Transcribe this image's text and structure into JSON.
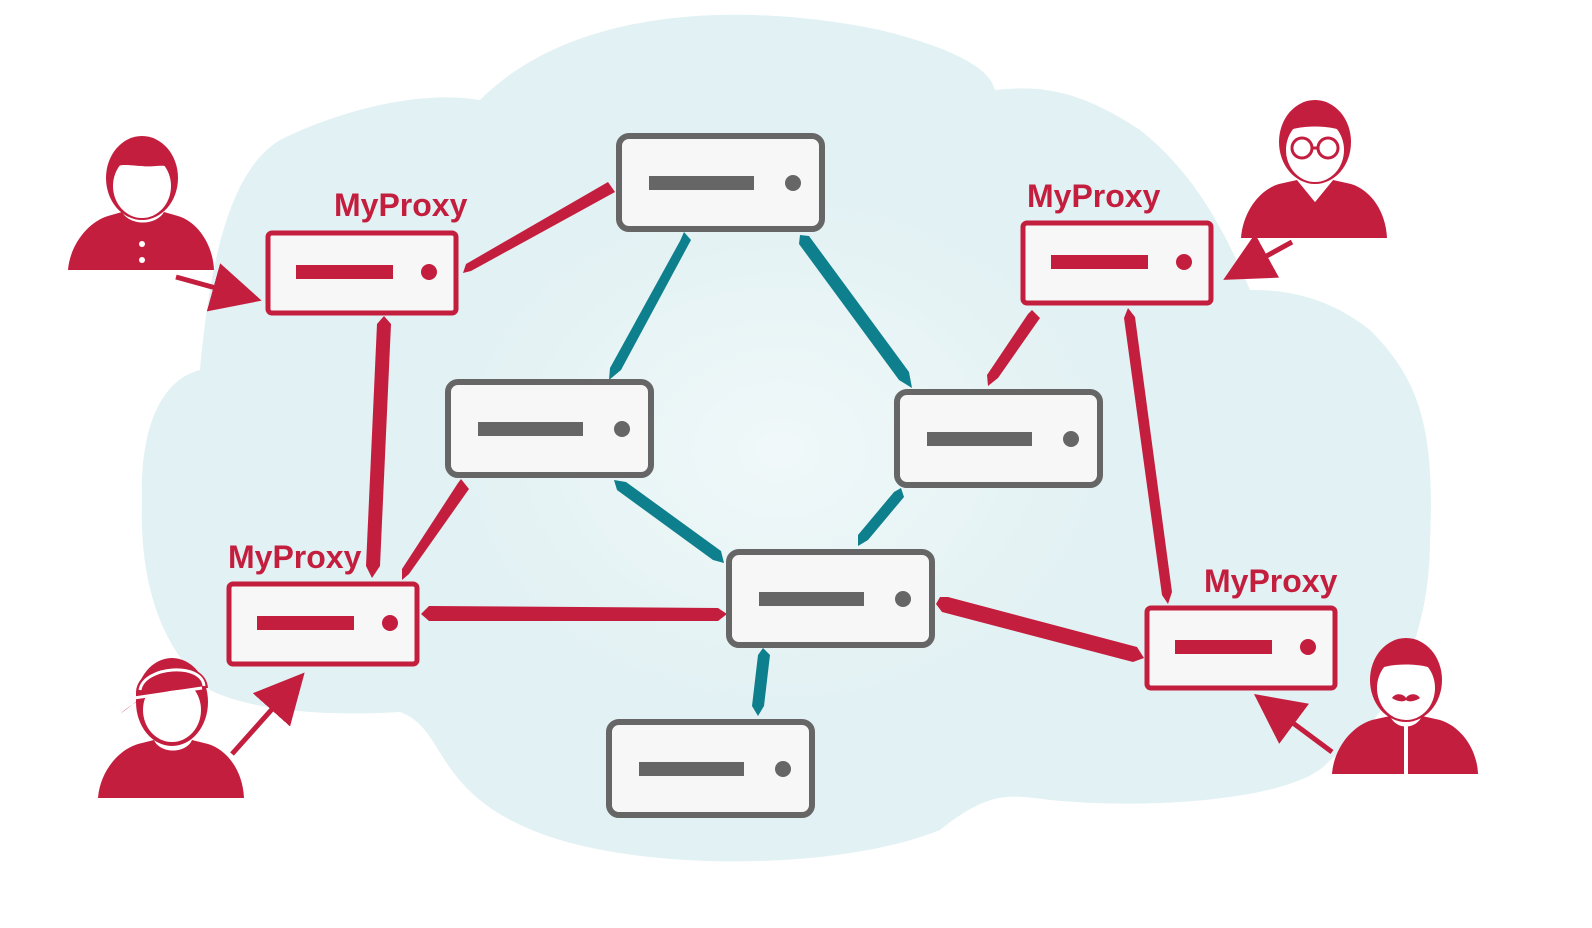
{
  "diagram": {
    "proxy_label": "MyProxy",
    "colors": {
      "cloud": "#E2F1F3",
      "proxy": "#C41E3F",
      "relay": "#666666",
      "link_network": "#0E7F8C",
      "link_proxy": "#C41E3F",
      "server_fill": "#F7F7F7"
    },
    "nodes": [
      {
        "id": "relay-top",
        "kind": "relay"
      },
      {
        "id": "relay-mid-left",
        "kind": "relay"
      },
      {
        "id": "relay-mid-right",
        "kind": "relay"
      },
      {
        "id": "relay-center",
        "kind": "relay"
      },
      {
        "id": "relay-bottom",
        "kind": "relay"
      },
      {
        "id": "proxy-top-left",
        "kind": "proxy",
        "label": "MyProxy"
      },
      {
        "id": "proxy-top-right",
        "kind": "proxy",
        "label": "MyProxy"
      },
      {
        "id": "proxy-bottom-left",
        "kind": "proxy",
        "label": "MyProxy"
      },
      {
        "id": "proxy-bottom-right",
        "kind": "proxy",
        "label": "MyProxy"
      }
    ],
    "users": [
      {
        "id": "user-top-left",
        "style": "plain",
        "connects_to": "proxy-top-left"
      },
      {
        "id": "user-top-right",
        "style": "glasses",
        "connects_to": "proxy-top-right"
      },
      {
        "id": "user-bottom-left",
        "style": "cap",
        "connects_to": "proxy-bottom-left"
      },
      {
        "id": "user-bottom-right",
        "style": "mustache",
        "connects_to": "proxy-bottom-right"
      }
    ],
    "links": [
      {
        "from": "relay-top",
        "to": "relay-mid-left",
        "type": "network"
      },
      {
        "from": "relay-top",
        "to": "relay-mid-right",
        "type": "network"
      },
      {
        "from": "relay-mid-left",
        "to": "relay-center",
        "type": "network"
      },
      {
        "from": "relay-mid-right",
        "to": "relay-center",
        "type": "network"
      },
      {
        "from": "relay-center",
        "to": "relay-bottom",
        "type": "network"
      },
      {
        "from": "proxy-top-left",
        "to": "relay-top",
        "type": "proxy"
      },
      {
        "from": "proxy-top-left",
        "to": "proxy-bottom-left",
        "type": "proxy"
      },
      {
        "from": "proxy-bottom-left",
        "to": "relay-mid-left",
        "type": "proxy"
      },
      {
        "from": "proxy-bottom-left",
        "to": "relay-center",
        "type": "proxy"
      },
      {
        "from": "relay-center",
        "to": "proxy-bottom-right",
        "type": "proxy"
      },
      {
        "from": "proxy-top-right",
        "to": "relay-mid-right",
        "type": "proxy"
      },
      {
        "from": "proxy-top-right",
        "to": "proxy-bottom-right",
        "type": "proxy"
      }
    ]
  }
}
